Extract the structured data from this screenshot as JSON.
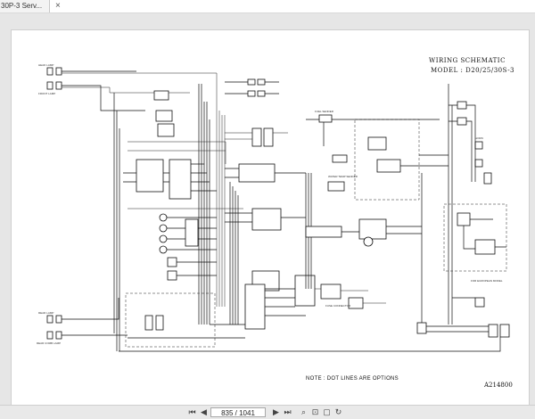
{
  "tab": {
    "title": "30P-3 Serv...",
    "close_symbol": "×"
  },
  "document": {
    "title_line1": "WIRING SCHEMATIC",
    "title_line2": "MODEL : D20/25/30S-3",
    "note": "NOTE : DOT LINES ARE OPTIONS",
    "figure_number": "A214800"
  },
  "toolbar": {
    "page_indicator": "835 / 1041",
    "buttons": [
      {
        "name": "first-page",
        "icon": "first-page-icon",
        "symbol": "⏮"
      },
      {
        "name": "previous-page",
        "icon": "previous-page-icon",
        "symbol": "◀"
      },
      {
        "name": "next-page",
        "icon": "next-page-icon",
        "symbol": "▶"
      },
      {
        "name": "last-page",
        "icon": "last-page-icon",
        "symbol": "⏭"
      },
      {
        "name": "zoom",
        "icon": "zoom-icon",
        "symbol": "⌕"
      },
      {
        "name": "fit-page",
        "icon": "fit-page-icon",
        "symbol": "⊡"
      },
      {
        "name": "single-page",
        "icon": "single-page-icon",
        "symbol": "▢"
      },
      {
        "name": "rotate",
        "icon": "rotate-icon",
        "symbol": "↻"
      }
    ]
  }
}
